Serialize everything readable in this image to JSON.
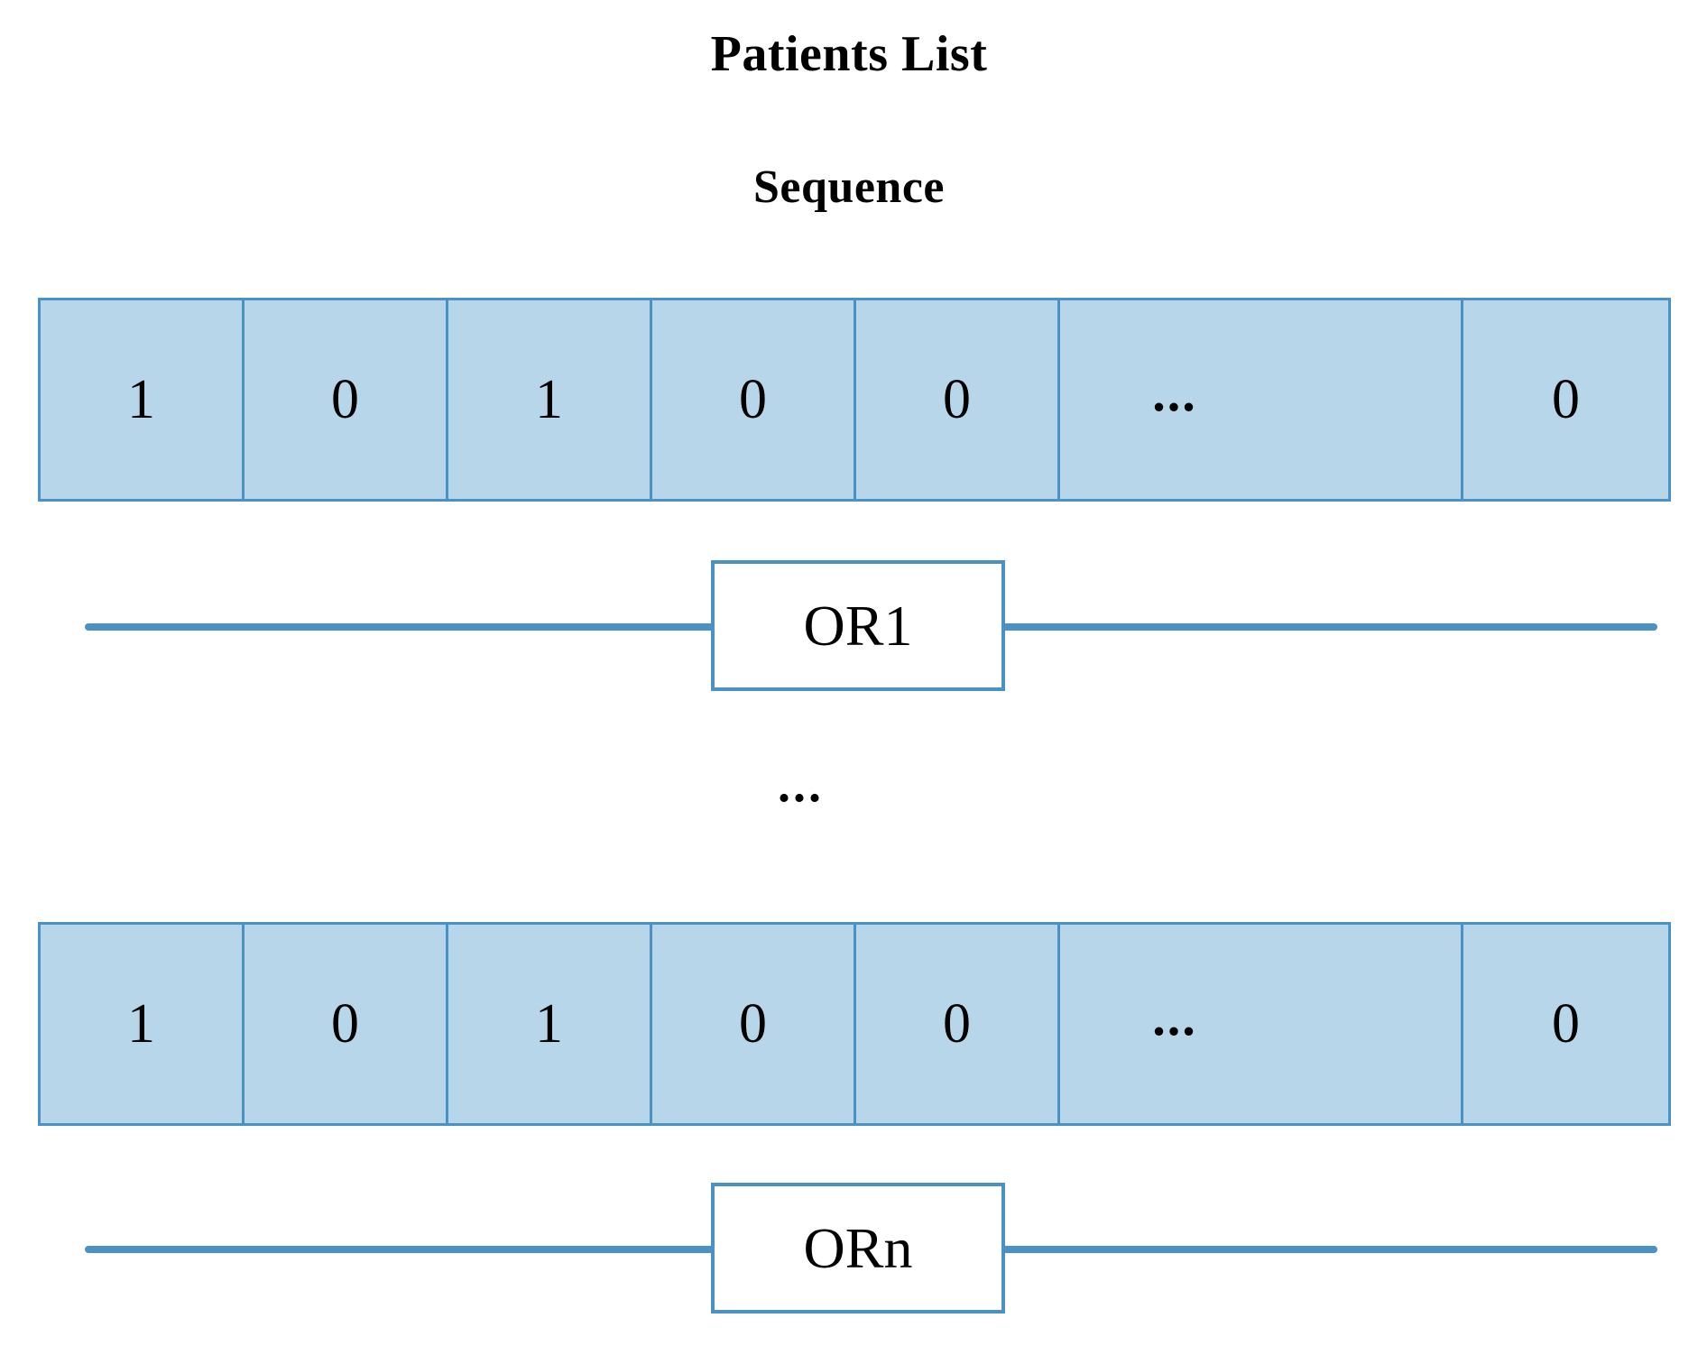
{
  "header": {
    "title": "Patients  List",
    "subtitle": "Sequence"
  },
  "sequences": [
    {
      "id": "sequence-row-1",
      "cells": [
        "1",
        "0",
        "1",
        "0",
        "0",
        "...",
        "0"
      ],
      "or": {
        "id": "or1",
        "label": "OR1"
      }
    },
    {
      "id": "sequence-row-2",
      "cells": [
        "1",
        "0",
        "1",
        "0",
        "0",
        "...",
        "0"
      ],
      "or": {
        "id": "orn",
        "label": "ORn"
      }
    }
  ],
  "middle_ellipsis": "...",
  "colors": {
    "cell_fill": "#b8d6ea",
    "border_blue": "#4a92c4",
    "box_fill": "#ffffff",
    "text": "#000000",
    "background": "#ffffff"
  }
}
